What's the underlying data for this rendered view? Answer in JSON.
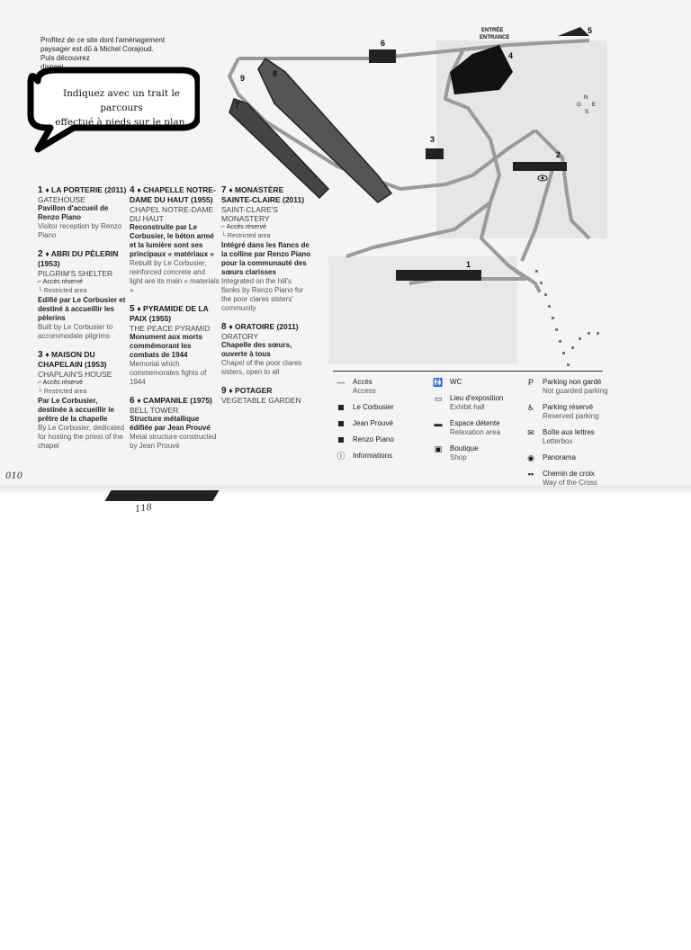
{
  "intro": {
    "line1": "Profitez de ce site dont l'aménagement",
    "line2": "paysager est dû à Michel Corajoud.",
    "line3": "Puis découvrez",
    "line4": "disponi"
  },
  "bubble": {
    "line1": "Indiquez avec un trait le parcours",
    "line2": "effectué à pieds sur le plan."
  },
  "map": {
    "entrance_fr": "ENTRÉE",
    "entrance_en": "ENTRANCE",
    "labels": [
      "1",
      "2",
      "3",
      "4",
      "5",
      "6",
      "7",
      "8",
      "9"
    ]
  },
  "entries": [
    {
      "num": "1",
      "fr": "LA PORTERIE (2011)",
      "en": "GATEHOUSE",
      "restricted": false,
      "body_fr": "Pavillon d'accueil de Renzo Piano",
      "body_en": "Visitor reception by Renzo Piano"
    },
    {
      "num": "2",
      "fr": "ABRI DU PÈLERIN (1953)",
      "en": "PILGRIM'S SHELTER",
      "restricted": true,
      "body_fr": "Edifié par Le Corbusier et destiné à accueillir les pèlerins",
      "body_en": "Built by Le Corbusier to accommodate pilgrims"
    },
    {
      "num": "3",
      "fr": "MAISON DU CHAPELAIN (1953)",
      "en": "CHAPLAIN'S HOUSE",
      "restricted": true,
      "body_fr": "Par Le Corbusier, destinée à accueillir le prêtre de la chapelle",
      "body_en": "By Le Corbusier, dedicated for hosting the priest of the chapel"
    },
    {
      "num": "4",
      "fr": "CHAPELLE NOTRE-DAME DU HAUT (1955)",
      "en": "CHAPEL NOTRE-DAME DU HAUT",
      "restricted": false,
      "body_fr": "Reconstruite par Le Corbusier, le béton armé et la lumière sont ses principaux « matériaux »",
      "body_en": "Rebuilt by Le Corbusier, reinforced concrete and light are its main « materials »"
    },
    {
      "num": "5",
      "fr": "PYRAMIDE DE LA PAIX (1955)",
      "en": "THE PEACE PYRAMID",
      "restricted": false,
      "body_fr": "Monument aux morts commémorant les combats de 1944",
      "body_en": "Memorial which commemorates fights of 1944"
    },
    {
      "num": "6",
      "fr": "CAMPANILE (1975)",
      "en": "BELL TOWER",
      "restricted": false,
      "body_fr": "Structure métallique édifiée par Jean Prouvé",
      "body_en": "Metal structure constructed by Jean Prouvé"
    },
    {
      "num": "7",
      "fr": "MONASTÈRE SAINTE-CLAIRE (2011)",
      "en": "SAINT-CLARE'S MONASTERY",
      "restricted": true,
      "body_fr": "Intégré dans les flancs de la colline par Renzo Piano pour la communauté des sœurs clarisses",
      "body_en": "Integrated on the hill's flanks by Renzo Piano for the poor clares sisters' community"
    },
    {
      "num": "8",
      "fr": "ORATOIRE (2011)",
      "en": "ORATORY",
      "restricted": false,
      "body_fr": "Chapelle des sœurs, ouverte à tous",
      "body_en": "Chapel of the poor clares sisters, open to all"
    },
    {
      "num": "9",
      "fr": "POTAGER",
      "en": "VEGETABLE GARDEN",
      "restricted": false,
      "body_fr": "",
      "body_en": ""
    }
  ],
  "restricted_label": {
    "fr": "Accès réservé",
    "en": "Restricted area"
  },
  "legend": {
    "col1": [
      {
        "icon": "line",
        "fr": "Accès",
        "en": "Access"
      },
      {
        "icon": "square",
        "fr": "Le Corbusier",
        "en": ""
      },
      {
        "icon": "square",
        "fr": "Jean Prouvé",
        "en": ""
      },
      {
        "icon": "square",
        "fr": "Renzo Piano",
        "en": ""
      },
      {
        "icon": "info",
        "fr": "Informations",
        "en": ""
      }
    ],
    "col2": [
      {
        "icon": "wc",
        "fr": "WC",
        "en": ""
      },
      {
        "icon": "exhibit",
        "fr": "Lieu d'exposition",
        "en": "Exhibit hall"
      },
      {
        "icon": "relax",
        "fr": "Espace détente",
        "en": "Relaxation area"
      },
      {
        "icon": "shop",
        "fr": "Boutique",
        "en": "Shop"
      }
    ],
    "col3": [
      {
        "icon": "parking",
        "fr": "Parking non gardé",
        "en": "Not guarded parking"
      },
      {
        "icon": "accessible",
        "fr": "Parking réservé",
        "en": "Reserved parking"
      },
      {
        "icon": "letter",
        "fr": "Boîte aux lettres",
        "en": "Letterbox"
      },
      {
        "icon": "eye",
        "fr": "Panorama",
        "en": ""
      },
      {
        "icon": "dots",
        "fr": "Chemin de croix",
        "en": "Way of the Cross"
      }
    ]
  },
  "page_marks": {
    "left": "010",
    "bottom": "118"
  }
}
